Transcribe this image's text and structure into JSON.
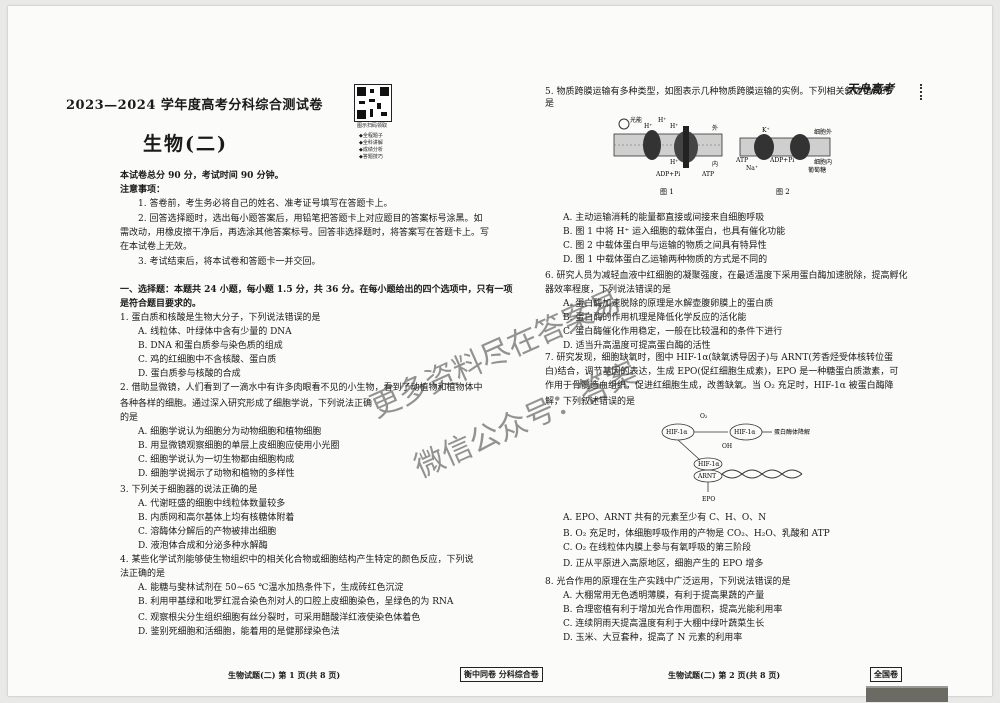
{
  "header": {
    "exam_title": "2023—2024 学年度高考分科综合测试卷",
    "subject": "生物(二)",
    "brand": "天舟高考"
  },
  "qr": {
    "caption": "图示扫码领取",
    "items": [
      "◆全程题子",
      "◆全科讲解",
      "◆成绩分析",
      "◆答题技巧"
    ]
  },
  "left_column": [
    {
      "t": "本试卷总分 90 分，考试时间 90 分钟。",
      "cls": "bold"
    },
    {
      "t": "注意事项：",
      "cls": "bold"
    },
    {
      "t": "1. 答卷前，考生务必将自己的姓名、准考证号填写在答题卡上。",
      "cls": "ind"
    },
    {
      "t": "2. 回答选择题时，选出每小题答案后，用铅笔把答题卡上对应题目的答案标号涂黑。如",
      "cls": "ind"
    },
    {
      "t": "需改动，用橡皮擦干净后，再选涂其他答案标号。回答非选择题时，将答案写在答题卡上。写",
      "cls": ""
    },
    {
      "t": "在本试卷上无效。",
      "cls": ""
    },
    {
      "t": "3. 考试结束后，将本试卷和答题卡一并交回。",
      "cls": "ind"
    },
    {
      "t": "",
      "cls": ""
    },
    {
      "t": "一、选择题：本题共 24 小题，每小题 1.5 分，共 36 分。在每小题给出的四个选项中，只有一项",
      "cls": "bold"
    },
    {
      "t": "是符合题目要求的。",
      "cls": "bold"
    },
    {
      "t": "1. 蛋白质和核酸是生物大分子，下列说法错误的是",
      "cls": ""
    },
    {
      "t": "A. 线粒体、叶绿体中含有少量的 DNA",
      "cls": "ind"
    },
    {
      "t": "B. DNA 和蛋白质参与染色质的组成",
      "cls": "ind"
    },
    {
      "t": "C. 鸡的红细胞中不含核酸、蛋白质",
      "cls": "ind"
    },
    {
      "t": "D. 蛋白质参与核酸的合成",
      "cls": "ind"
    },
    {
      "t": "2. 借助显微镜，人们看到了一滴水中有许多肉眼看不见的小生物，看到了动植物和植物体中",
      "cls": ""
    },
    {
      "t": "各种各样的细胞。通过深入研究形成了细胞学说，下列说法正确",
      "cls": ""
    },
    {
      "t": "的是",
      "cls": ""
    },
    {
      "t": "A. 细胞学说认为细胞分为动物细胞和植物细胞",
      "cls": "ind"
    },
    {
      "t": "B. 用显微镜观察细胞的单层上皮细胞应使用小光圈",
      "cls": "ind"
    },
    {
      "t": "C. 细胞学说认为一切生物都由细胞构成",
      "cls": "ind"
    },
    {
      "t": "D. 细胞学说揭示了动物和植物的多样性",
      "cls": "ind"
    },
    {
      "t": "3. 下列关于细胞器的说法正确的是",
      "cls": ""
    },
    {
      "t": "A. 代谢旺盛的细胞中线粒体数量较多",
      "cls": "ind"
    },
    {
      "t": "B. 内质网和高尔基体上均有核糖体附着",
      "cls": "ind"
    },
    {
      "t": "C. 溶酶体分解后的产物被排出细胞",
      "cls": "ind"
    },
    {
      "t": "D. 液泡体合成和分泌多种水解酶",
      "cls": "ind"
    },
    {
      "t": "4. 某些化学试剂能够使生物组织中的相关化合物或细胞结构产生特定的颜色反应，下列说",
      "cls": ""
    },
    {
      "t": "法正确的是",
      "cls": ""
    },
    {
      "t": "A. 能糖与斐林试剂在 50~65 ℃温水加热条件下，生成砖红色沉淀",
      "cls": "ind"
    },
    {
      "t": "B. 利用甲基绿和吡罗红混合染色剂对人的口腔上皮细胞染色，呈绿色的为 RNA",
      "cls": "ind"
    },
    {
      "t": "C. 观察根尖分生组织细胞有丝分裂时，可采用醋酸洋红液使染色体着色",
      "cls": "ind"
    },
    {
      "t": "D. 鉴别死细胞和活细胞，能着用的是健那绿染色法",
      "cls": "ind"
    }
  ],
  "right_column": [
    {
      "t": "5. 物质跨膜运输有多种类型，如图表示几种物质跨膜运输的实例。下列相关叙述错误的",
      "cls": ""
    },
    {
      "t": "是",
      "cls": ""
    },
    {
      "t": "A. 主动运输消耗的能量都直接或间接来自细胞呼吸",
      "cls": "ind"
    },
    {
      "t": "B. 图 1 中将 H⁺ 运入细胞的载体蛋白，也具有催化功能",
      "cls": "ind"
    },
    {
      "t": "C. 图 2 中载体蛋白甲与运输的物质之间具有特异性",
      "cls": "ind"
    },
    {
      "t": "D. 图 1 中载体蛋白乙运输两种物质的方式是不同的",
      "cls": "ind"
    },
    {
      "t": "6. 研究人员为减轻血液中红细胞的凝聚强度，在最适温度下采用蛋白酶加速脱除，提高孵化",
      "cls": ""
    },
    {
      "t": "器效率程度，下列说法错误的是",
      "cls": ""
    },
    {
      "t": "A. 蛋白酶加速脱除的原理是水解壶腹卵膜上的蛋白质",
      "cls": "ind"
    },
    {
      "t": "B. 蛋白酶的作用机理是降低化学反应的活化能",
      "cls": "ind"
    },
    {
      "t": "C. 蛋白酶催化作用稳定，一般在比较温和的条件下进行",
      "cls": "ind"
    },
    {
      "t": "D. 适当升高温度可提高蛋白酶的活性",
      "cls": "ind"
    },
    {
      "t": "7. 研究发现，细胞缺氧时，图中 HIF-1α(缺氧诱导因子)与 ARNT(芳香烃受体核转位蛋",
      "cls": ""
    },
    {
      "t": "白)结合，调节基因的表达，生成 EPO(促红细胞生成素)，EPO 是一种糖蛋白质激素，可",
      "cls": ""
    },
    {
      "t": "作用于骨髓造血组织，促进红细胞生成，改善缺氧。当 O₂ 充足时，HIF-1α 被蛋白酶降",
      "cls": ""
    },
    {
      "t": "解，下列叙述错误的是",
      "cls": ""
    },
    {
      "t": "A. EPO、ARNT 共有的元素至少有 C、H、O、N",
      "cls": "ind"
    },
    {
      "t": "B. O₂ 充足时，体细胞呼吸作用的产物是 CO₂、H₂O、乳酸和 ATP",
      "cls": "ind"
    },
    {
      "t": "C. O₂ 在线粒体内膜上参与有氧呼吸的第三阶段",
      "cls": "ind"
    },
    {
      "t": "D. 正从平原进入高原地区，细胞产生的 EPO 增多",
      "cls": "ind"
    },
    {
      "t": "8. 光合作用的原理在生产实践中广泛运用，下列说法错误的是",
      "cls": ""
    },
    {
      "t": "A. 大棚常用无色透明薄膜，有利于提高果蔬的产量",
      "cls": "ind"
    },
    {
      "t": "B. 合理密植有利于增加光合作用面积，提高光能利用率",
      "cls": "ind"
    },
    {
      "t": "C. 连续阴雨天提高温度有利于大棚中绿叶蔬菜生长",
      "cls": "ind"
    },
    {
      "t": "D. 玉米、大豆套种，提高了 N 元素的利用率",
      "cls": "ind"
    }
  ],
  "figure1": {
    "labels": [
      "光能",
      "H⁺",
      "H⁺",
      "H⁺",
      "外",
      "内",
      "ADP+Pi",
      "ATP",
      "H⁺",
      "图 1"
    ]
  },
  "figure2": {
    "labels": [
      "Na⁺",
      "K⁺",
      "ATP",
      "ADP+Pi",
      "细胞外",
      "细胞内",
      "葡萄糖",
      "图 2"
    ]
  },
  "figure3": {
    "labels": [
      "O₂",
      "OH",
      "HIF-1α",
      "HIF-1α",
      "蛋白酶体降解",
      "HIF-1α",
      "ARNT",
      "EPO"
    ]
  },
  "watermark": {
    "line1": "更多资料尽在答案易",
    "line2": "微信公众号：答案"
  },
  "footers": {
    "page1": "生物试题(二)  第 1 页(共 8 页)",
    "center": "衡中同卷  分科综合卷",
    "page2": "生物试题(二)  第 2 页(共 8 页)",
    "region": "全国卷"
  }
}
